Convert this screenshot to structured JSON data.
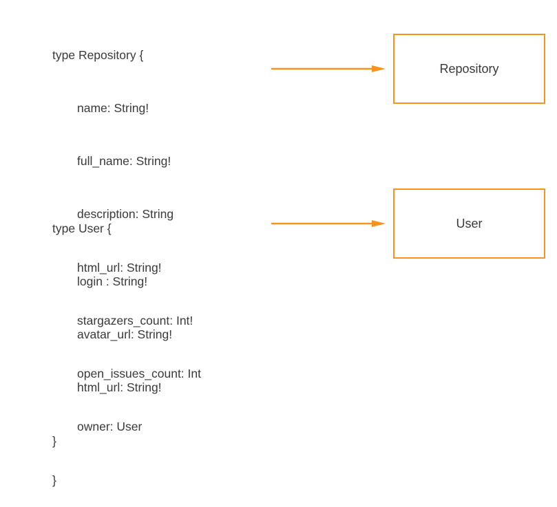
{
  "colors": {
    "accent": "#f7941d",
    "text": "#3a3a3a",
    "background": "#ffffff"
  },
  "schema": {
    "repository": {
      "open": "type Repository {",
      "fields": [
        "name: String!",
        "full_name: String!",
        "description: String",
        "html_url: String!",
        "stargazers_count: Int!",
        "open_issues_count: Int",
        "owner: User"
      ],
      "close": "}"
    },
    "user": {
      "open": "type User {",
      "fields": [
        "login : String!",
        "avatar_url: String!",
        "html_url: String!"
      ],
      "close": "}"
    }
  },
  "boxes": {
    "repository": "Repository",
    "user": "User"
  }
}
